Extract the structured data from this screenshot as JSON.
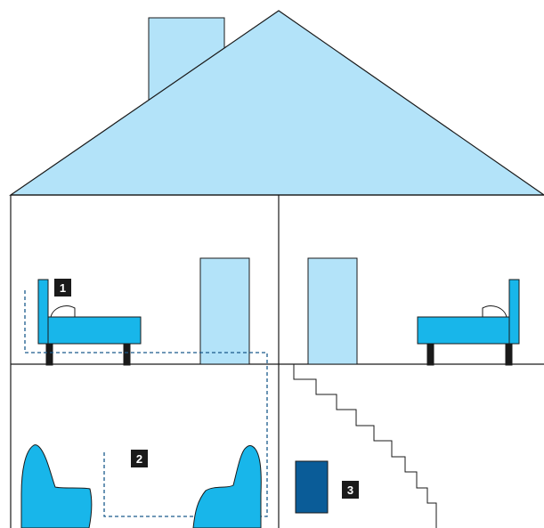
{
  "colors": {
    "sky_fill": "#b3e3f9",
    "furniture_fill": "#18b6ea",
    "device_fill": "#0a5c98",
    "dashed_path": "#1a5a8c",
    "line": "#1a1a1a",
    "callout_bg": "#1a1a1a",
    "callout_text": "#ffffff"
  },
  "callouts": [
    {
      "id": "1",
      "label": "1"
    },
    {
      "id": "2",
      "label": "2"
    },
    {
      "id": "3",
      "label": "3"
    }
  ],
  "icons": [
    "bed-icon",
    "armchair-icon",
    "door-icon",
    "staircase-icon",
    "chimney-icon",
    "device-icon"
  ]
}
